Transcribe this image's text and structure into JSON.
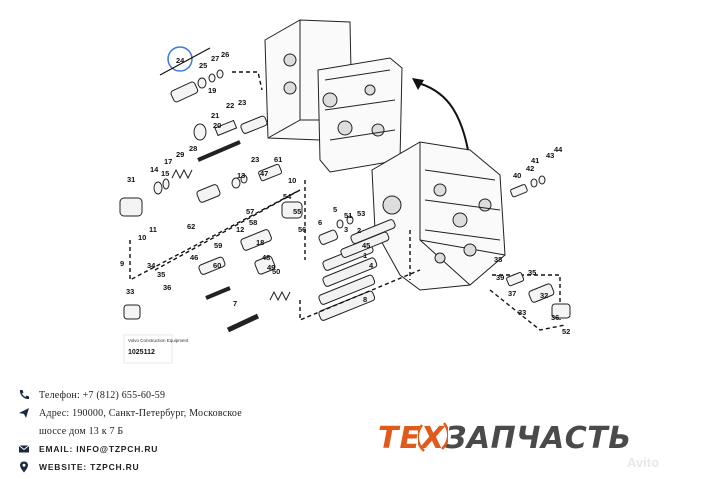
{
  "diagram": {
    "callouts": [
      "24",
      "25",
      "27",
      "26",
      "19",
      "22",
      "23",
      "21",
      "20",
      "28",
      "29",
      "17",
      "31",
      "15",
      "14",
      "23",
      "61",
      "47",
      "13",
      "57",
      "58",
      "12",
      "62",
      "11",
      "10",
      "9",
      "59",
      "54",
      "55",
      "56",
      "46",
      "34",
      "35",
      "36",
      "33",
      "60",
      "18",
      "48",
      "49",
      "7",
      "50",
      "6",
      "5",
      "3",
      "2",
      "1",
      "8",
      "4",
      "40",
      "42",
      "41",
      "43",
      "44",
      "38",
      "39",
      "37",
      "35",
      "32",
      "33",
      "36",
      "52",
      "53",
      "51",
      "45",
      "10"
    ],
    "highlighted_callout": "24",
    "plate_text": "Volvo Construction Equipment",
    "drawing_number": "1025112"
  },
  "contacts": {
    "phone": "Телефон: +7 (812) 655-60-59",
    "address_line1": "Адрес: 190000, Санкт-Петербург, Московское",
    "address_line2": "шоссе дом 13 к 7 Б",
    "email": "EMAIL: INFO@TZPCH.RU",
    "website": "WEBSITE: TZPCH.RU"
  },
  "brand": {
    "part1": "ТЕ",
    "part2": "Х",
    "part3": "ЗАПЧАСТЬ",
    "watermark": "Avito"
  },
  "colors": {
    "brand_orange": "#e05a1c",
    "brand_gray": "#4a4a4a",
    "highlight_circle": "#3b7bd6"
  }
}
